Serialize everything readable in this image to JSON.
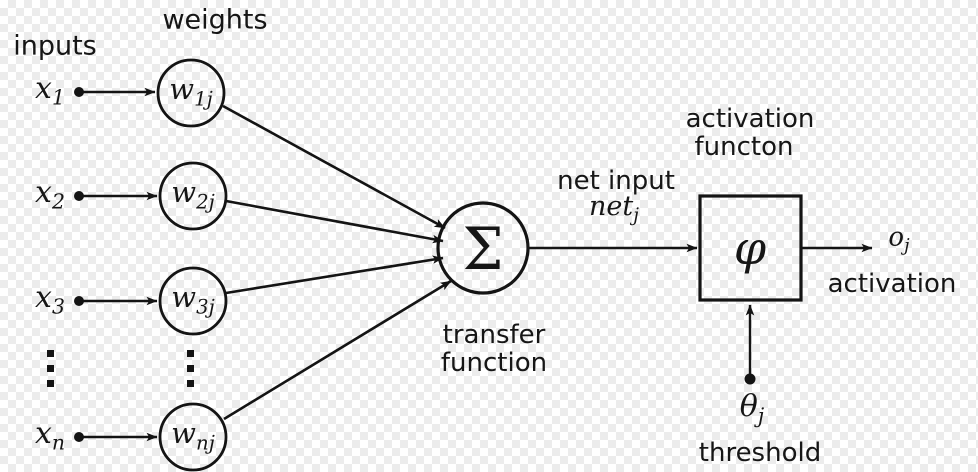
{
  "diagram": {
    "title": "artificial-neuron-model",
    "headings": {
      "inputs": "inputs",
      "weights": "weights"
    },
    "input_nodes": [
      {
        "label": "x",
        "sub": "1"
      },
      {
        "label": "x",
        "sub": "2"
      },
      {
        "label": "x",
        "sub": "3"
      },
      {
        "label": "x",
        "sub": "n"
      }
    ],
    "weight_nodes": [
      {
        "label": "w",
        "sub": "1j"
      },
      {
        "label": "w",
        "sub": "2j"
      },
      {
        "label": "w",
        "sub": "3j"
      },
      {
        "label": "w",
        "sub": "nj"
      }
    ],
    "ellipsis": "vertical-ellipsis",
    "summation": {
      "symbol": "Σ",
      "caption_line1": "transfer",
      "caption_line2": "function"
    },
    "net_input": {
      "caption": "net input",
      "symbol": "net",
      "sub": "j"
    },
    "activation_box": {
      "symbol": "φ",
      "caption_line1": "activation",
      "caption_line2": "functon"
    },
    "output": {
      "symbol": "o",
      "sub": "j",
      "caption": "activation"
    },
    "threshold": {
      "symbol": "θ",
      "sub": "j",
      "caption": "threshold"
    },
    "colors": {
      "stroke": "#141414",
      "text": "#161616",
      "fill": "none",
      "checker_light": "#ffffff",
      "checker_dark": "#ececec"
    }
  }
}
